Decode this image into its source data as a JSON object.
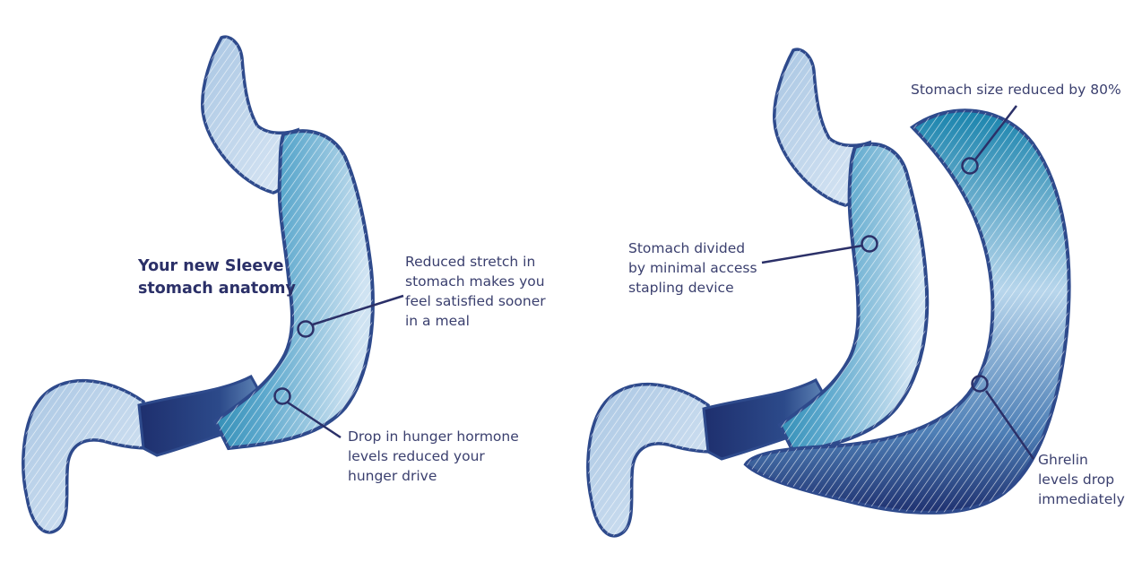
{
  "left_panel": {
    "title": [
      "Your new Sleeve",
      "stomach anatomy"
    ],
    "callouts": {
      "stretch": [
        "Reduced stretch in",
        "stomach makes you",
        "feel satisfied sooner",
        "in a meal"
      ],
      "hormone": [
        "Drop in hunger hormone",
        "levels reduced your",
        "hunger drive"
      ]
    }
  },
  "right_panel": {
    "callouts": {
      "size": [
        "Stomach size reduced by 80%"
      ],
      "divided": [
        "Stomach divided",
        "by minimal access",
        "stapling device"
      ],
      "ghrelin": [
        "Ghrelin",
        "levels drop",
        "immediately"
      ]
    }
  },
  "colors": {
    "outline": "#2e4a8c",
    "light_fill": "#c9dcef",
    "teal": "#1e8bb0",
    "navy": "#1f3170",
    "text": "#3a3f6e"
  }
}
